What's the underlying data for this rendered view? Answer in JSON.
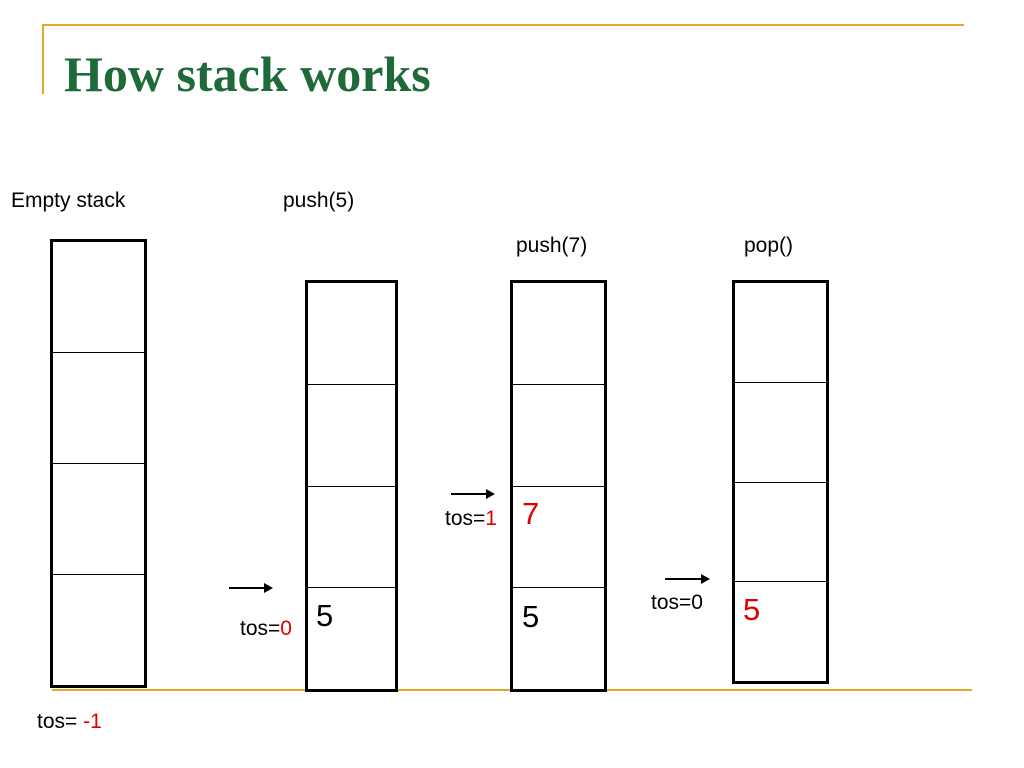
{
  "slide": {
    "title": "How stack works",
    "colors": {
      "title": "#1e6a3a",
      "accent_rule": "#e0a92a",
      "highlight": "#e00000"
    }
  },
  "stages": [
    {
      "caption": "Empty stack",
      "tos_prefix": "tos= ",
      "tos_value": "-1",
      "cells": [
        "",
        "",
        "",
        ""
      ]
    },
    {
      "caption": "push(5)",
      "tos_prefix": "tos=",
      "tos_value": "0",
      "cells": [
        "",
        "",
        "",
        "5"
      ]
    },
    {
      "caption": "push(7)",
      "tos_prefix": "tos=",
      "tos_value": "1",
      "cells": [
        "",
        "",
        "7",
        "5"
      ]
    },
    {
      "caption": "pop()",
      "tos_prefix": "tos=",
      "tos_value": "0",
      "cells": [
        "",
        "",
        "",
        "5"
      ]
    }
  ]
}
